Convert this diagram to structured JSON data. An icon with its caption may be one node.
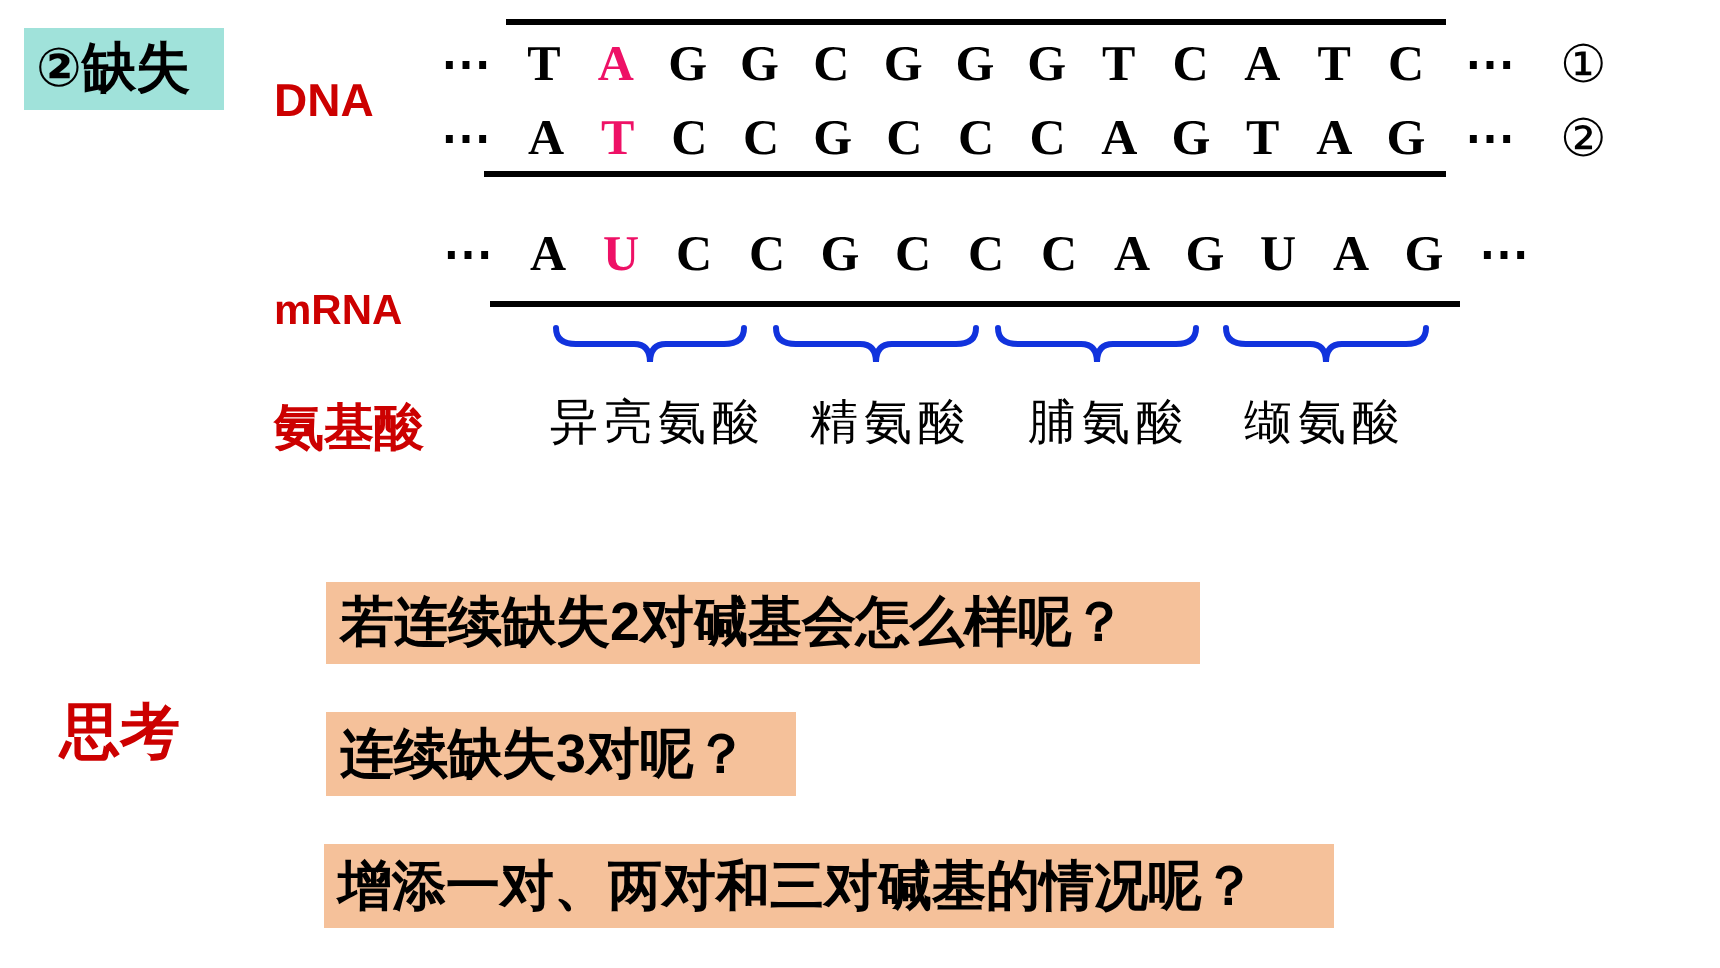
{
  "diagram": {
    "nodes": [
      {
        "text": [
          "②缺失"
        ]
      },
      {
        "text": [
          "若连续缺失2对碱基会怎么样呢？"
        ]
      },
      {
        "text": [
          "连续缺失3对呢？"
        ]
      },
      {
        "text": [
          "增添一对、两对和三对碱基的情况呢？"
        ]
      }
    ],
    "labels": [
      "DNA",
      "⋯ T A G G C G G G T C A T C ⋯",
      "①",
      "⋯ A T C C G C C C A G T A G ⋯",
      "②",
      "⋯ A U C C G C C C A G U A G ⋯",
      "mRNA",
      "氨基酸",
      "异亮氨酸",
      "精氨酸",
      "脯氨酸",
      "缬氨酸",
      "思考"
    ]
  }
}
